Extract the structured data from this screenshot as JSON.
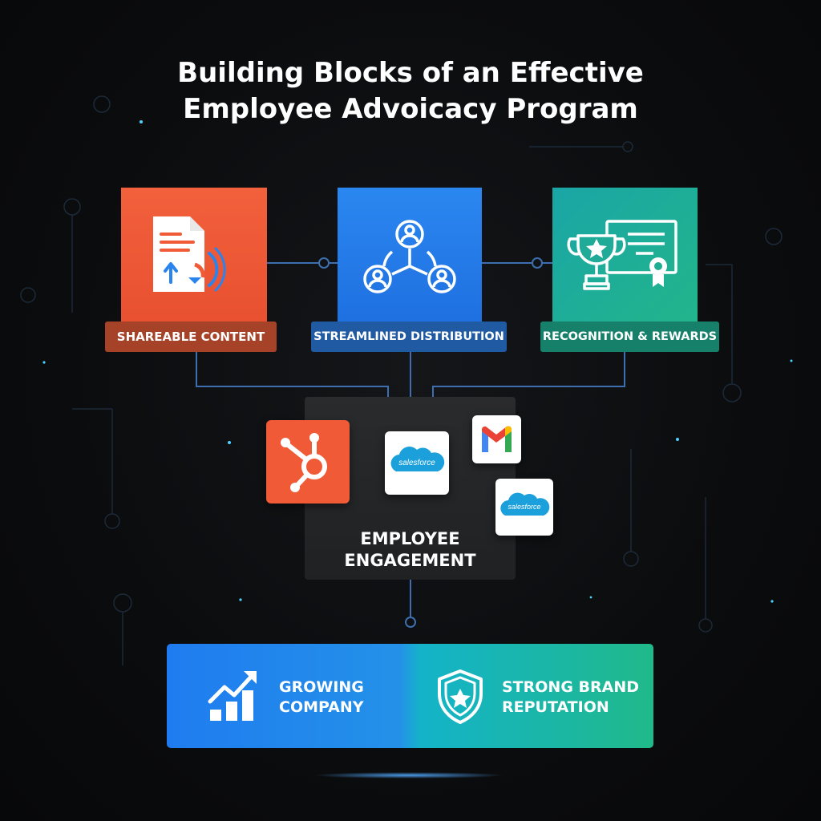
{
  "title": {
    "line1": "Building Blocks of an Effective",
    "line2": "Employee Advoicacy Program"
  },
  "blocks": [
    {
      "label": "SHAREABLE CONTENT",
      "icon": "document-share-icon",
      "color": "#f05a36"
    },
    {
      "label": "STREAMLINED DISTRIBUTION",
      "icon": "people-network-icon",
      "color": "#2a84ee"
    },
    {
      "label": "RECOGNITION & REWARDS",
      "icon": "trophy-certificate-icon",
      "color": "#1fb08f"
    }
  ],
  "hub": {
    "label_line1": "EMPLOYEE",
    "label_line2": "ENGAGEMENT",
    "apps": [
      {
        "name": "hubspot-icon",
        "text": ""
      },
      {
        "name": "salesforce-icon",
        "text": "salesforce"
      },
      {
        "name": "gmail-icon",
        "text": ""
      },
      {
        "name": "salesforce-icon",
        "text": "salesforce"
      }
    ]
  },
  "outcomes": [
    {
      "line1": "GROWING",
      "line2": "COMPANY",
      "icon": "growth-chart-icon"
    },
    {
      "line1": "STRONG BRAND",
      "line2": "REPUTATION",
      "icon": "shield-star-icon"
    }
  ],
  "colors": {
    "background": "#0b0c0e",
    "orange": "#f05a36",
    "blue": "#2a84ee",
    "teal": "#1fb08f",
    "connector": "#3d6fb0"
  }
}
